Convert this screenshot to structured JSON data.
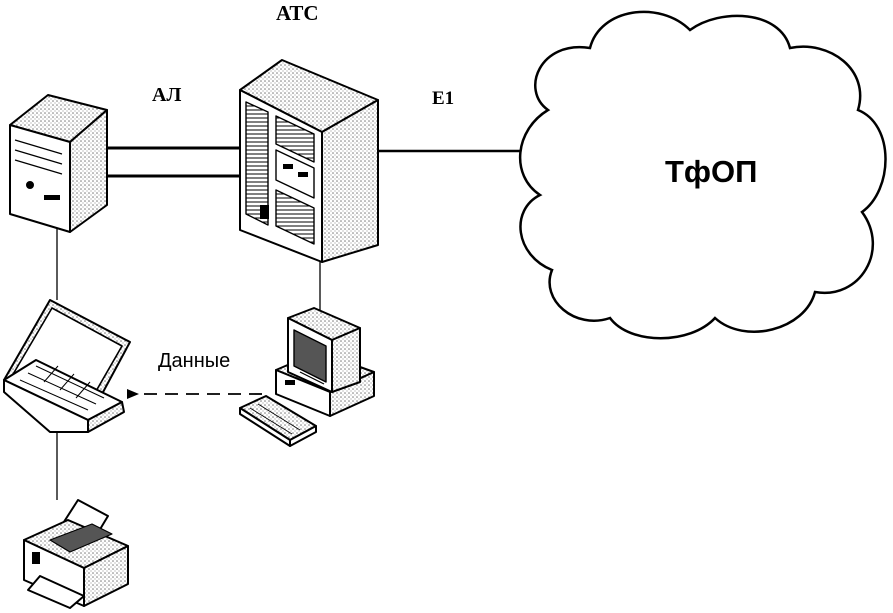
{
  "labels": {
    "pbx": "АТС",
    "subscriber_line": "АЛ",
    "trunk": "E1",
    "network": "ТфОП",
    "data": "Данные"
  },
  "colors": {
    "ink": "#000000",
    "paper": "#ffffff",
    "shade": "#d9d9d9",
    "dark": "#555555"
  },
  "icons": [
    "server-icon",
    "pbx-cabinet-icon",
    "cloud-icon",
    "laptop-icon",
    "desktop-computer-icon",
    "keyboard-icon",
    "printer-icon",
    "arrow-icon"
  ]
}
